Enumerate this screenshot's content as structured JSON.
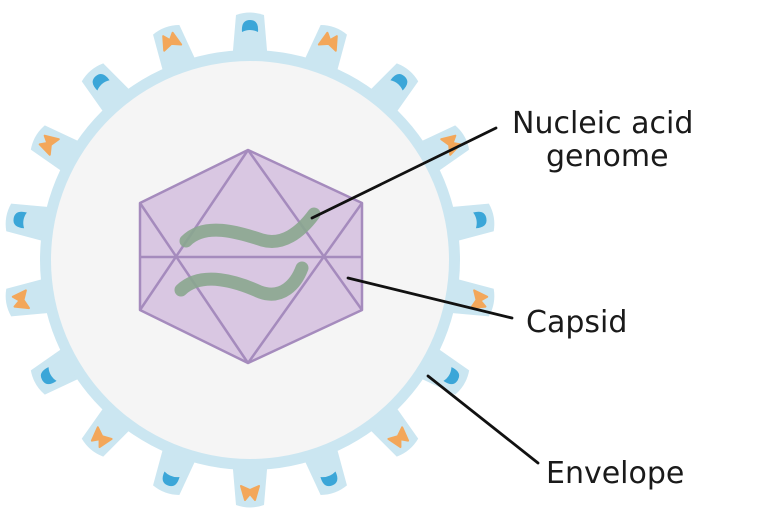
{
  "labels": {
    "genome_line1": "Nucleic acid",
    "genome_line2": "genome",
    "capsid": "Capsid",
    "envelope": "Envelope"
  },
  "colors": {
    "envelope_outer": "#cbe6f1",
    "envelope_inner": "#f5f5f5",
    "capsid_fill": "#d9c7e2",
    "capsid_stroke": "#a58bbd",
    "genome": "#8aa68f",
    "spike_blue": "#3ba6d8",
    "spike_orange": "#f3a75a",
    "leader": "#111111"
  }
}
